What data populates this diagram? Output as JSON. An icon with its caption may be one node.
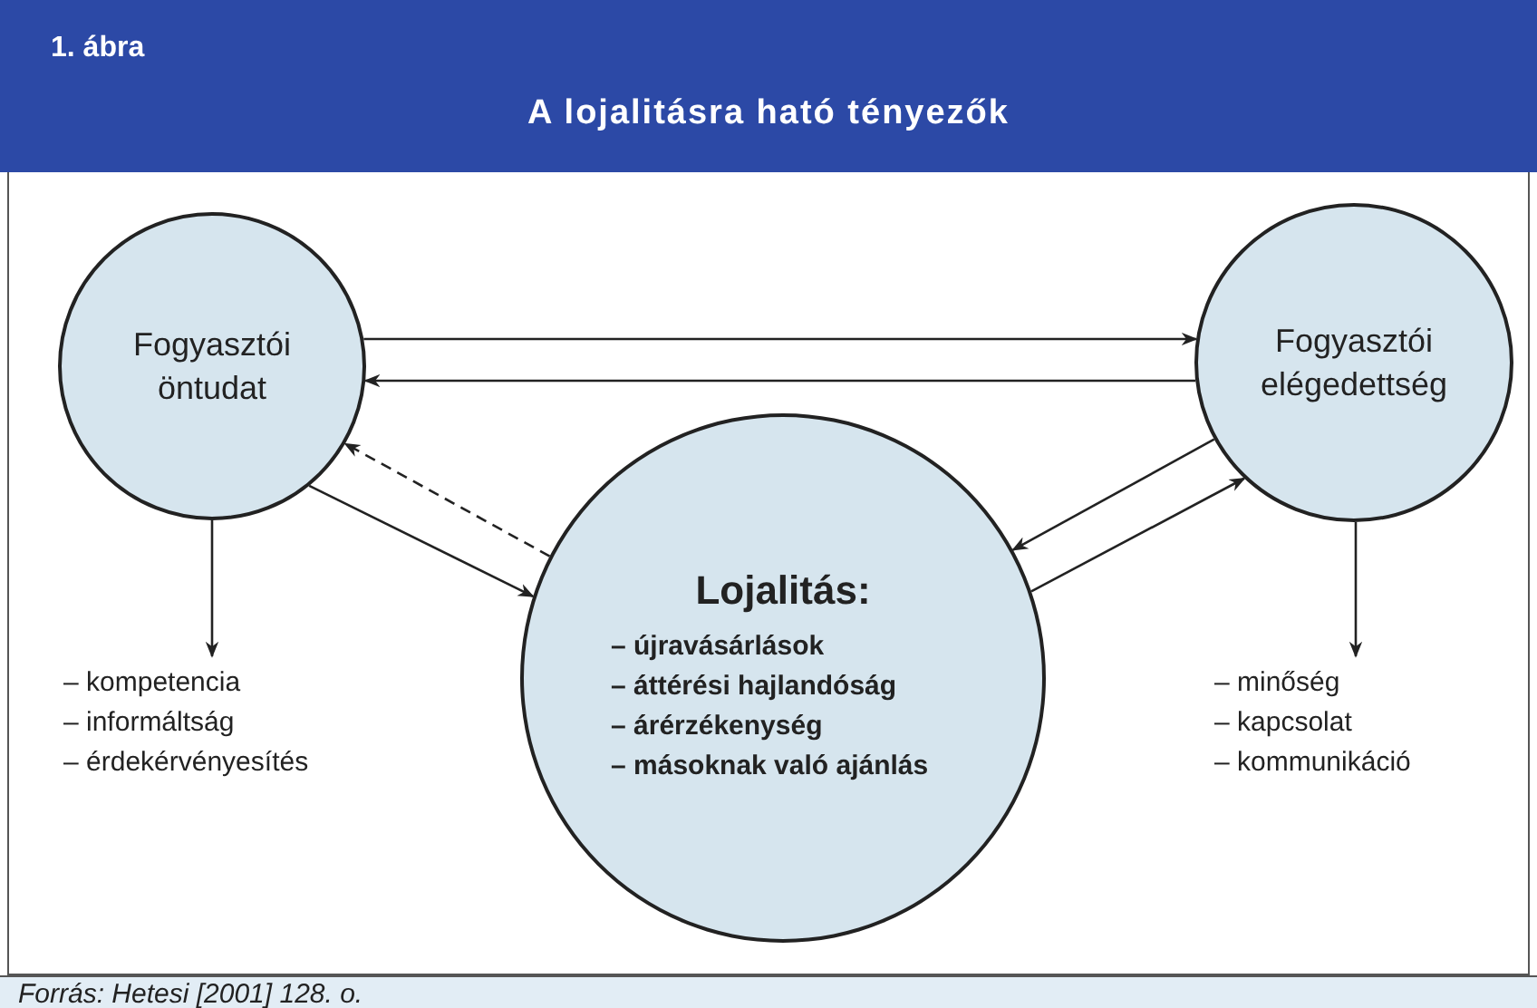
{
  "diagram": {
    "title": "A lojalitásra ható tényezők",
    "caption": "Forrás: Hetesi [2001] 128. o.",
    "labels": [
      "1. ábra"
    ],
    "nodes": [
      {
        "text": [
          "Fogyasztói öntudat"
        ]
      },
      {
        "text": [
          "Fogyasztói elégedettség"
        ]
      },
      {
        "text": [
          "Lojalitás:",
          "– újravásárlások",
          "– áttérési hajlandóság",
          "– árérzékenység",
          "– másoknak való ajánlás"
        ]
      },
      {
        "text": [
          "– kompetencia",
          "– informáltság",
          "– érdekérvényesítés"
        ]
      },
      {
        "text": [
          "– minőség",
          "– kapcsolat",
          "– kommunikáció"
        ]
      }
    ],
    "edges": [
      {
        "from": 0,
        "to": 1,
        "arrow": "to"
      },
      {
        "from": 1,
        "to": 0,
        "arrow": "to"
      },
      {
        "from": 2,
        "to": 0,
        "arrow": "to",
        "style": "dashed"
      },
      {
        "from": 0,
        "to": 2,
        "arrow": "to"
      },
      {
        "from": 1,
        "to": 2,
        "arrow": "to"
      },
      {
        "from": 2,
        "to": 1,
        "arrow": "to"
      },
      {
        "from": 0,
        "to": 3,
        "arrow": "to"
      },
      {
        "from": 1,
        "to": 4,
        "arrow": "to"
      }
    ]
  }
}
